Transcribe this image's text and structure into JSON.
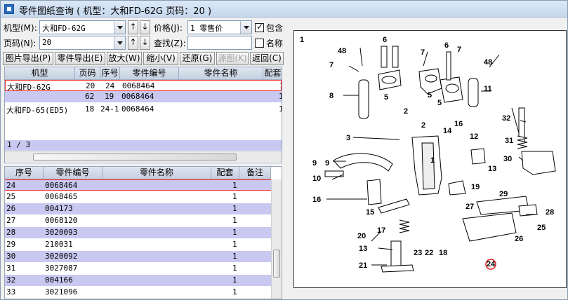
{
  "window": {
    "title": "零件图纸查询 ( 机型：大和FD-62G 页码：20 )"
  },
  "filters": {
    "model_label": "机型(M):",
    "model_value": "大和FD-62G",
    "page_label": "页码(N):",
    "page_value": "20",
    "price_label": "价格(J):",
    "price_value": "1   零售价",
    "include_label": "包含",
    "search_label": "查找(Z):",
    "search_value": "",
    "name_label": "名称",
    "up_arrow": "↑",
    "down_arrow": "↓"
  },
  "toolbar": {
    "export_image": "图片导出(P)",
    "export_parts": "零件导出(E)",
    "zoom_in": "放大(W)",
    "zoom_out": "缩小(V)",
    "restore": "还原(G)",
    "original": "源图(K)",
    "back": "返回(C)"
  },
  "model_table": {
    "columns": [
      "机型",
      "页码",
      "序号",
      "零件编号",
      "零件名称",
      "配套"
    ],
    "rows": [
      {
        "model": "大和FD-62G",
        "page": "20",
        "seq": "24",
        "part_no": "0068464",
        "name": "",
        "qty": "1"
      },
      {
        "model": "",
        "page": "62",
        "seq": "19",
        "part_no": "0068464",
        "name": "",
        "qty": "1"
      },
      {
        "model": "大和FD-65(ED5)",
        "page": "18",
        "seq": "24-1",
        "part_no": "0068464",
        "name": "",
        "qty": "1"
      }
    ],
    "status": "1 / 3"
  },
  "parts_table": {
    "columns": [
      "序号",
      "零件编号",
      "零件名称",
      "配套",
      "备注"
    ],
    "rows": [
      {
        "seq": "24",
        "part_no": "0068464",
        "qty": "1"
      },
      {
        "seq": "25",
        "part_no": "0068465",
        "qty": "1"
      },
      {
        "seq": "26",
        "part_no": "004173",
        "qty": "1"
      },
      {
        "seq": "27",
        "part_no": "0068120",
        "qty": "1"
      },
      {
        "seq": "28",
        "part_no": "3020093",
        "qty": "1"
      },
      {
        "seq": "29",
        "part_no": "210031",
        "qty": "1"
      },
      {
        "seq": "30",
        "part_no": "3020092",
        "qty": "1"
      },
      {
        "seq": "31",
        "part_no": "3027087",
        "qty": "1"
      },
      {
        "seq": "32",
        "part_no": "004166",
        "qty": "1"
      },
      {
        "seq": "33",
        "part_no": "3021096",
        "qty": "1"
      }
    ]
  },
  "drawing": {
    "sheet_no": "1",
    "callouts": [
      "48",
      "6",
      "7",
      "6",
      "7",
      "48",
      "7",
      "5",
      "2",
      "5",
      "11",
      "8",
      "5",
      "9",
      "32",
      "3",
      "2",
      "14",
      "16",
      "12",
      "31",
      "1",
      "13",
      "30",
      "9",
      "10",
      "19",
      "29",
      "16",
      "15",
      "17",
      "27",
      "28",
      "20",
      "25",
      "26",
      "13",
      "23",
      "22",
      "18",
      "24",
      "21"
    ]
  },
  "colors": {
    "selected_row": "#ff2a2a",
    "alt_row": "#c8c8f0",
    "header": "#d2dae8"
  }
}
